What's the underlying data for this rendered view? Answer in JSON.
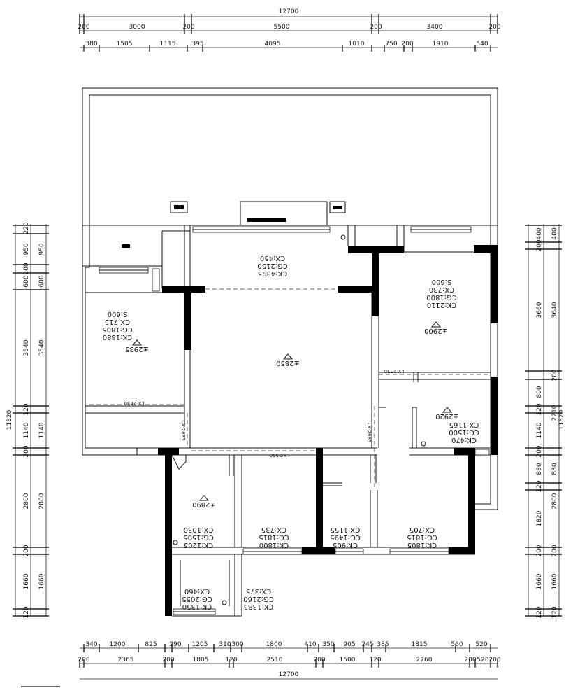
{
  "dimensions": {
    "top_total": "12700",
    "top_row1": [
      "200",
      "3000",
      "200",
      "5500",
      "200",
      "3400",
      "200"
    ],
    "top_row2": [
      "380",
      "1505",
      "1115",
      "395",
      "4095",
      "1010",
      "750",
      "200",
      "1910",
      "540"
    ],
    "bottom_row1": [
      "340",
      "1200",
      "825",
      "290",
      "1205",
      "310",
      "300",
      "1800",
      "410",
      "350",
      "905",
      "245",
      "385",
      "1815",
      "560",
      "520"
    ],
    "bottom_row2": [
      "200",
      "2365",
      "200",
      "1805",
      "120",
      "2510",
      "200",
      "1500",
      "120",
      "2760",
      "200",
      "520",
      "200"
    ],
    "bottom_total": "12700",
    "left_total": "11820",
    "left_outer": [
      "220",
      "950",
      "200",
      "600",
      "3540",
      "120",
      "1140",
      "200",
      "2800",
      "200",
      "1660",
      "120"
    ],
    "left_inner": [
      "950",
      "600",
      "3540",
      "1140",
      "2800",
      "1660"
    ],
    "right_total": "11820",
    "right_outer": [
      "400",
      "200",
      "3660",
      "800",
      "120",
      "1140",
      "200",
      "880",
      "120",
      "1820",
      "200",
      "1660",
      "120"
    ],
    "right_inner": [
      "400",
      "3640",
      "200",
      "2210",
      "880",
      "2800",
      "200",
      "1660",
      "120"
    ]
  },
  "room_labels": [
    {
      "lines": [
        "CK:4395",
        "CG:2150",
        "CX:450"
      ]
    },
    {
      "lines": [
        "CK:2110",
        "CG:1800",
        "CX:730",
        "S:600"
      ]
    },
    {
      "lines": [
        "CK:1880",
        "CG:1805",
        "CX:715",
        "S:600"
      ]
    },
    {
      "lines": [
        "CK:470",
        "CG:1500",
        "CX:1165"
      ]
    },
    {
      "lines": [
        "CK:1205",
        "CG:1505",
        "CX:1030"
      ]
    },
    {
      "lines": [
        "CK:1800",
        "CG:1815",
        "CX:735"
      ]
    },
    {
      "lines": [
        "CK:905",
        "CG:1495",
        "CX:1155"
      ]
    },
    {
      "lines": [
        "CK:1805",
        "CG:1815",
        "CX:705"
      ]
    },
    {
      "lines": [
        "CK:1350",
        "CG:2055",
        "CX:460"
      ]
    },
    {
      "lines": [
        "CK:1385",
        "CG:2160",
        "CX:375"
      ]
    }
  ],
  "levels": [
    "±2935",
    "±2850",
    "±2900",
    "±2920",
    "±2890"
  ],
  "beam_labels": [
    "LX:2650",
    "LX:2685",
    "LX:2550",
    "LX:2685",
    "LX:2550",
    "LX:2550"
  ]
}
